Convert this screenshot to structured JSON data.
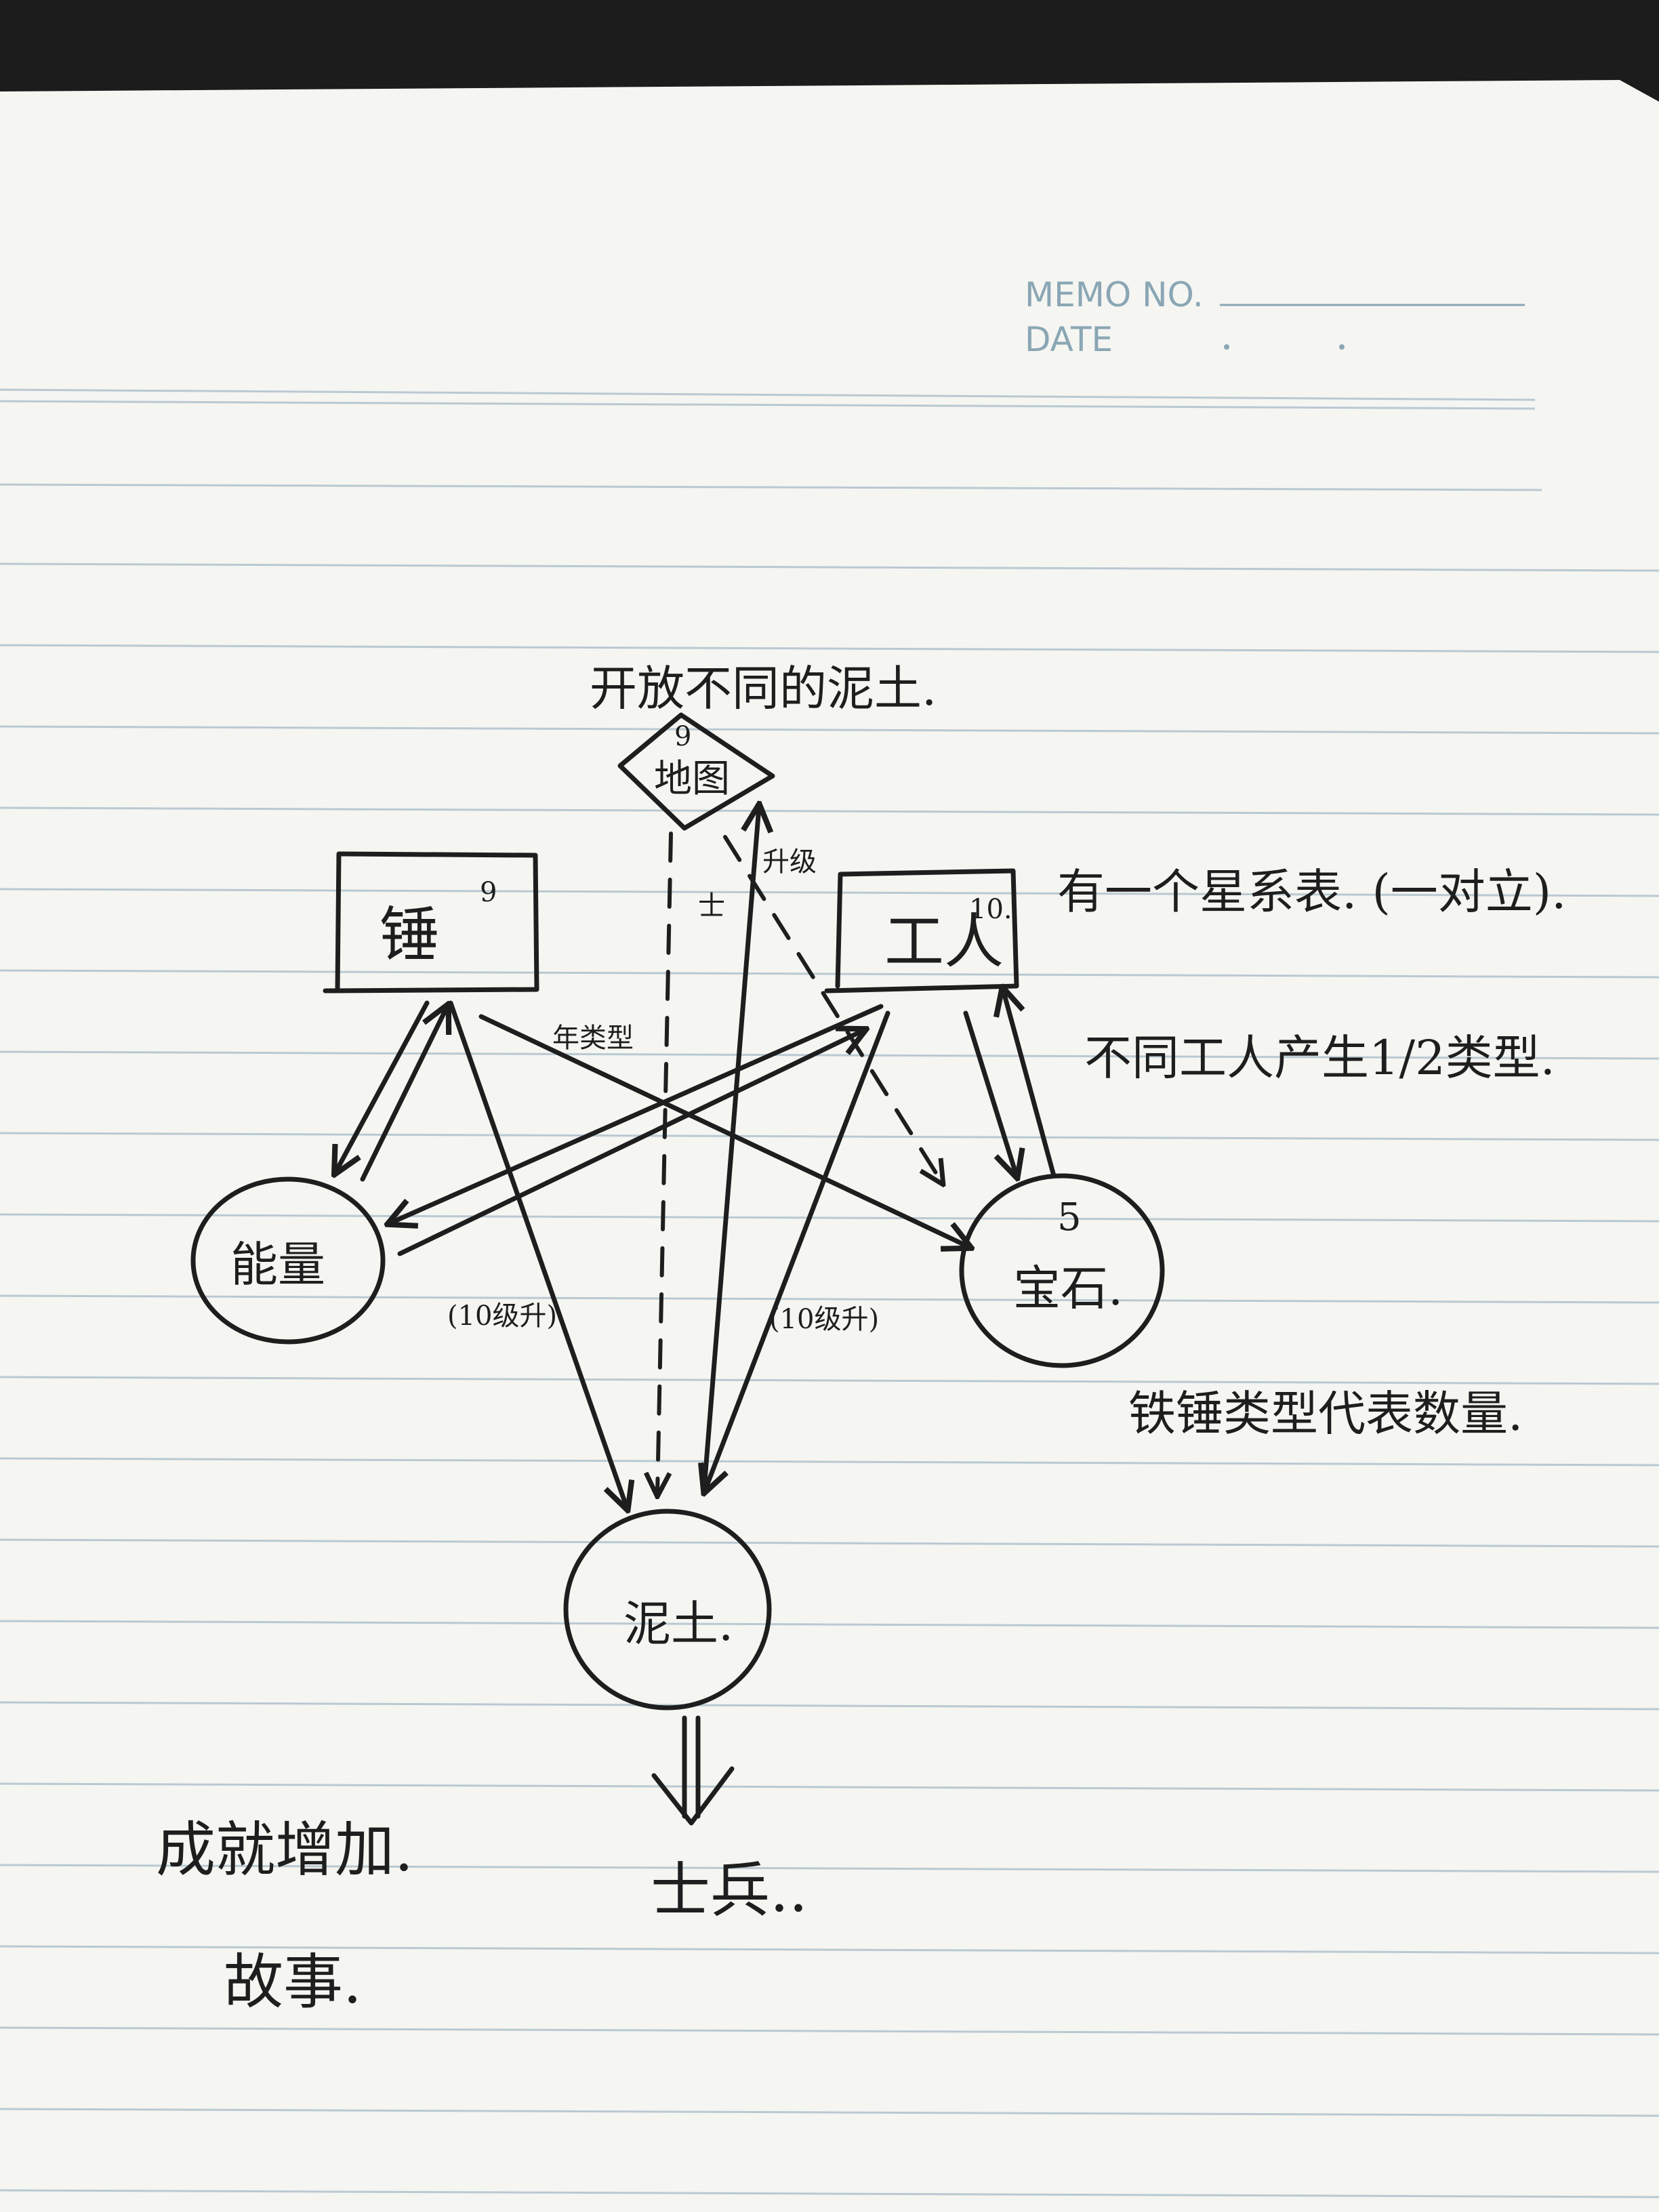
{
  "memo": {
    "memo_no_label": "MEMO NO.",
    "date_label": "DATE"
  },
  "nodes": {
    "map": {
      "label": "地图",
      "number": "9",
      "note": "开放不同的泥土."
    },
    "hammer": {
      "label": "锤",
      "number": "9"
    },
    "worker": {
      "label": "工人",
      "number": "10."
    },
    "energy": {
      "label": "能量"
    },
    "gem": {
      "label": "宝石.",
      "number": "5"
    },
    "soil": {
      "label": "泥土."
    },
    "bingbing": {
      "label": "士兵.."
    }
  },
  "edges": {
    "hammer_gem": "年类型",
    "map_worker": "升级",
    "map_soil": "士",
    "hammer_soil": "(10级升)",
    "worker_soil": "(10级升)"
  },
  "notes": {
    "worker_note1": "有一个星系表. (一对立).",
    "worker_note2": "不同工人产生1/2类型.",
    "gem_note": "铁锤类型代表数量.",
    "achievement": "成就增加.",
    "story": "故事."
  },
  "colors": {
    "paper": "#f7f7f4",
    "ink": "#1e1e1e",
    "rule": "#b9c9d2",
    "memo": "#8aa6b4"
  }
}
